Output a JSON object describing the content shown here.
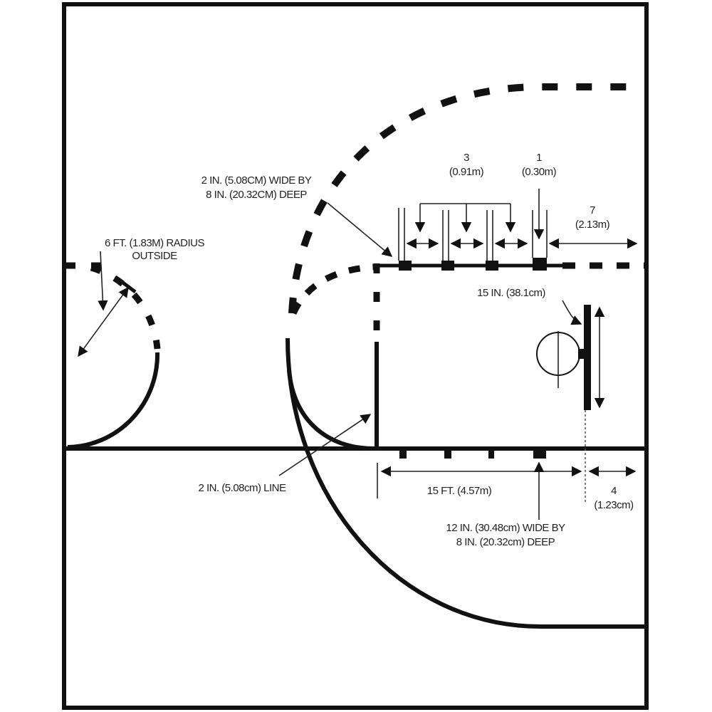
{
  "labels": {
    "hash_small_1": "2 IN. (5.08CM) WIDE BY",
    "hash_small_2": "8 IN. (20.32CM) DEEP",
    "radius_1": "6 FT. (1.83M) RADIUS",
    "radius_2": "OUTSIDE",
    "space3_ft": "3",
    "space3_m": "(0.91m)",
    "space1_ft": "1",
    "space1_m": "(0.30m)",
    "space7_ft": "7",
    "space7_m": "(2.13m)",
    "rim_offset": "15 IN. (38.1cm)",
    "line_width": "2 IN. (5.08cm) LINE",
    "ft_distance": "15 FT. (4.57m)",
    "baseline_ft": "4",
    "baseline_m": "(1.23cm)",
    "hash_large_1": "12 IN. (30.48cm) WIDE BY",
    "hash_large_2": "8 IN. (20.32cm) DEEP"
  },
  "colors": {
    "line": "#111111",
    "background": "#ffffff"
  }
}
